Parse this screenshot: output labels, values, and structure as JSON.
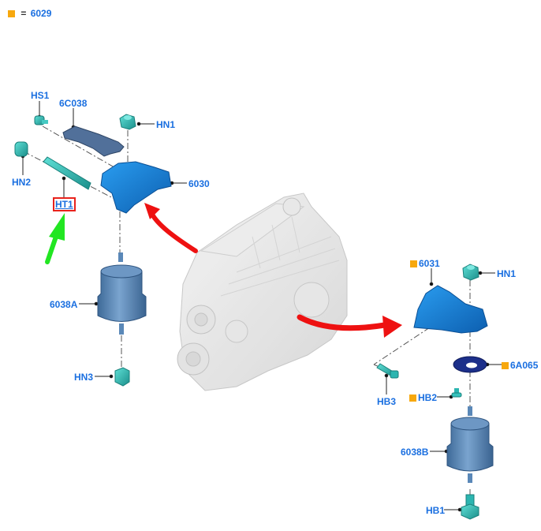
{
  "legend": {
    "marker_color": "#f7a80e",
    "equals": "=",
    "code": "6029"
  },
  "labels": {
    "hs1": "HS1",
    "c6c038": "6C038",
    "hn1_left": "HN1",
    "hn2": "HN2",
    "ht1": "HT1",
    "p6030": "6030",
    "p6038a": "6038A",
    "hn3": "HN3",
    "p6031": "6031",
    "hn1_right": "HN1",
    "p6a065": "6A065",
    "hb3": "HB3",
    "hb2": "HB2",
    "p6038b": "6038B",
    "hb1": "HB1"
  },
  "colors": {
    "label_text": "#1a6fe0",
    "highlight_box": "#e8221c",
    "pointer_arrow": "#22e622",
    "direction_arrows": "#ee1111",
    "bracket_blue": "#1d7fd6",
    "mount_body": "#5a88b8",
    "fastener_teal": "#2bb5b0",
    "washer_navy": "#1c2f8a"
  }
}
